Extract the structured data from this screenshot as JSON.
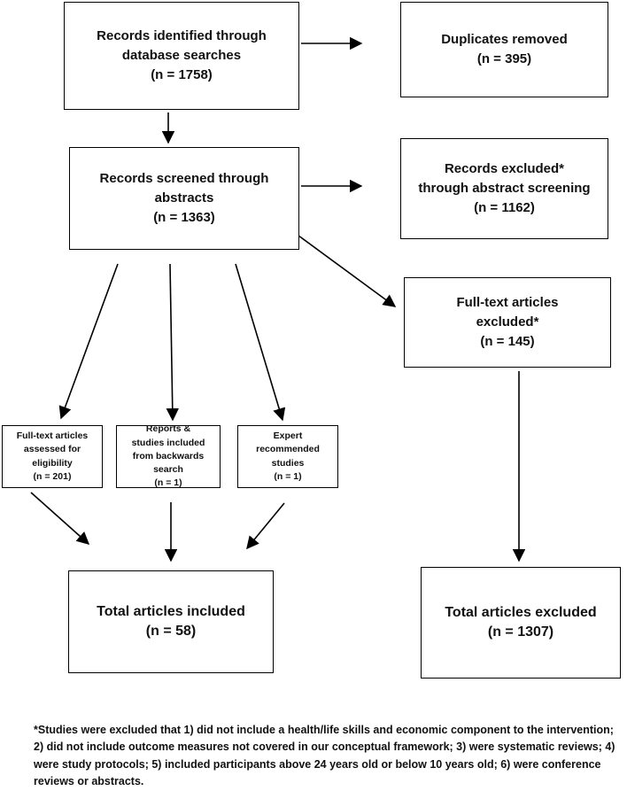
{
  "boxes": {
    "identified": {
      "line1": "Records identified through",
      "line2": "database searches",
      "count": "(n = 1758)"
    },
    "duplicates": {
      "line1": "Duplicates removed",
      "count": "(n = 395)"
    },
    "screened": {
      "line1": "Records screened through",
      "line2": "abstracts",
      "count": "(n = 1363)"
    },
    "abstract_excluded": {
      "line1": "Records excluded*",
      "line2": "through abstract screening",
      "count": "(n = 1162)"
    },
    "fulltext_excluded": {
      "line1": "Full-text articles",
      "line2": "excluded*",
      "count": "(n = 145)"
    },
    "fulltext_assessed": {
      "line1": "Full-text articles",
      "line2": "assessed for",
      "line3": "eligibility",
      "count": "(n = 201)"
    },
    "backwards_search": {
      "line1": "Reports &",
      "line2": "studies included",
      "line3": "from backwards",
      "line4": "search",
      "count": "(n = 1)"
    },
    "expert": {
      "line1": "Expert",
      "line2": "recommended",
      "line3": "studies",
      "count": "(n = 1)"
    },
    "total_included": {
      "line1": "Total articles included",
      "count": "(n = 58)"
    },
    "total_excluded": {
      "line1": "Total articles excluded",
      "count": "(n = 1307)"
    }
  },
  "footnote": "*Studies were excluded that 1) did not include a health/life skills and economic component to the intervention; 2) did not include outcome measures not covered in our conceptual framework; 3) were systematic reviews; 4) were study protocols; 5) included participants above 24 years old or below 10 years old; 6) were conference reviews or abstracts."
}
